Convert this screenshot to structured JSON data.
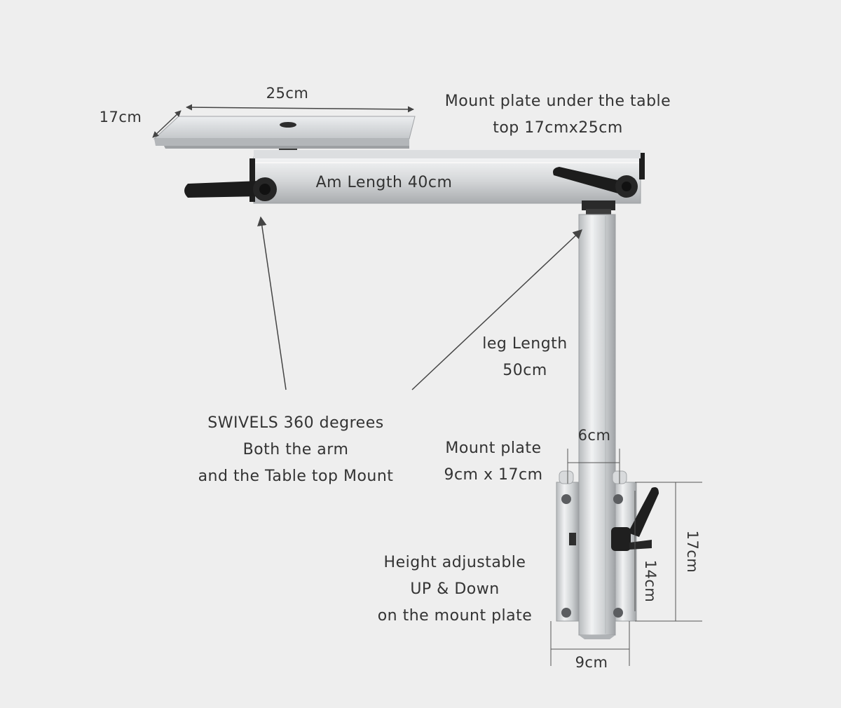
{
  "colors": {
    "background": "#eeeeee",
    "text": "#333333",
    "aluminum": "#c9cbcd",
    "handle": "#222222",
    "dimension_line": "#555555"
  },
  "dimensions": {
    "plate_width": "25cm",
    "plate_depth": "17cm",
    "leg_width": "6cm",
    "bracket_height": "17cm",
    "rail_height": "14cm",
    "bracket_width": "9cm"
  },
  "callouts": {
    "top_plate": [
      "Mount plate under the table",
      "top 17cmx25cm"
    ],
    "arm_length": "Am Length 40cm",
    "leg_length": [
      "leg Length",
      "50cm"
    ],
    "swivel": [
      "SWIVELS 360 degrees",
      "Both the arm",
      "and the Table top Mount"
    ],
    "mount_plate": [
      "Mount plate",
      "9cm x 17cm"
    ],
    "height_adjustable": [
      "Height adjustable",
      "UP & Down",
      "on the mount plate"
    ]
  }
}
